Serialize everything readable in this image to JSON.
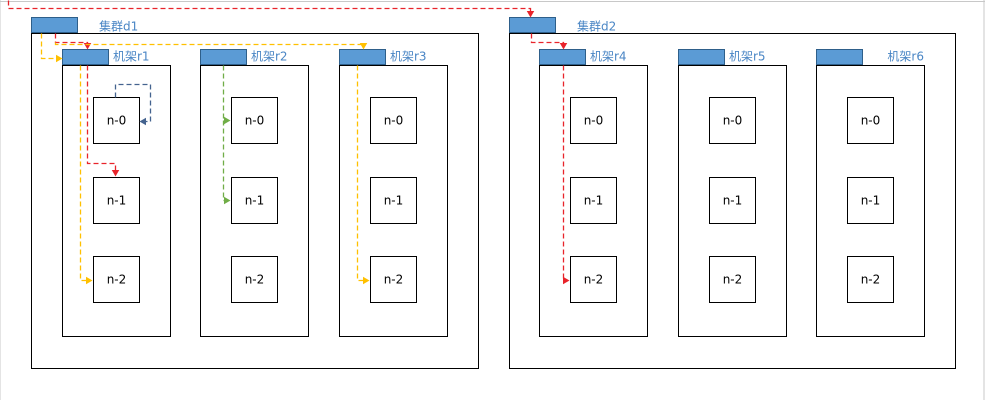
{
  "colors": {
    "frame": "#000000",
    "tab_fill": "#5b9bd5",
    "tab_stroke": "#2e5f8a",
    "label": "#4a86c5",
    "path_red": "#e8242b",
    "path_yellow": "#ffc000",
    "path_green": "#70ad47",
    "path_blue": "#44638f",
    "border_line": "#c8c8c8"
  },
  "clusters": [
    {
      "label": "集群d1",
      "racks": [
        {
          "label": "机架r1",
          "nodes": [
            "n-0",
            "n-1",
            "n-2"
          ]
        },
        {
          "label": "机架r2",
          "nodes": [
            "n-0",
            "n-1",
            "n-2"
          ]
        },
        {
          "label": "机架r3",
          "nodes": [
            "n-0",
            "n-1",
            "n-2"
          ]
        }
      ]
    },
    {
      "label": "集群d2",
      "racks": [
        {
          "label": "机架r4",
          "nodes": [
            "n-0",
            "n-1",
            "n-2"
          ]
        },
        {
          "label": "机架r5",
          "nodes": [
            "n-0",
            "n-1",
            "n-2"
          ]
        },
        {
          "label": "机架r6",
          "nodes": [
            "n-0",
            "n-1",
            "n-2"
          ]
        }
      ]
    }
  ],
  "paths": [
    {
      "name": "path-red-top",
      "color": "path_red"
    },
    {
      "name": "path-red-d1-to-r1",
      "color": "path_red"
    },
    {
      "name": "path-red-r1-n0-to-n1",
      "color": "path_red"
    },
    {
      "name": "path-red-d2-to-r4",
      "color": "path_red"
    },
    {
      "name": "path-red-r4-to-n2",
      "color": "path_red"
    },
    {
      "name": "path-yellow-d1-to-r1",
      "color": "path_yellow"
    },
    {
      "name": "path-yellow-to-r3",
      "color": "path_yellow"
    },
    {
      "name": "path-yellow-r1-to-n2",
      "color": "path_yellow"
    },
    {
      "name": "path-yellow-r3-to-n2",
      "color": "path_yellow"
    },
    {
      "name": "path-green-r2-to-n0",
      "color": "path_green"
    },
    {
      "name": "path-green-r2-to-n1",
      "color": "path_green"
    },
    {
      "name": "path-blue-loop-r1-n0",
      "color": "path_blue"
    }
  ]
}
